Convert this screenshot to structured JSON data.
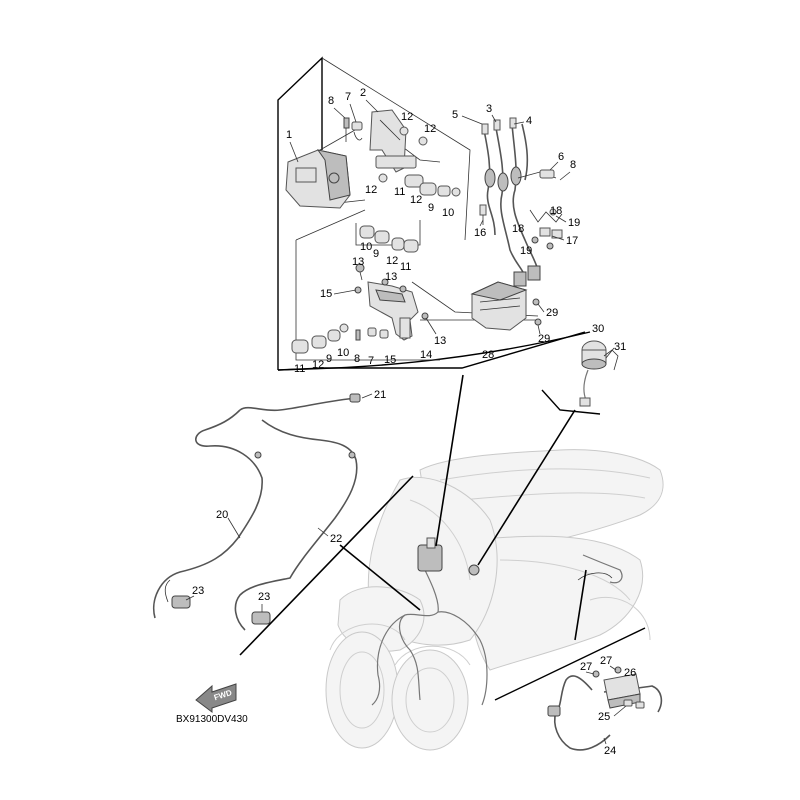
{
  "diagram_code": "BX91300DV430",
  "fwd_label": "FWD",
  "callouts": {
    "c1": "1",
    "c2": "2",
    "c3": "3",
    "c4": "4",
    "c5": "5",
    "c6": "6",
    "c7a": "7",
    "c7b": "7",
    "c8a": "8",
    "c8b": "8",
    "c8c": "8",
    "c9a": "9",
    "c9b": "9",
    "c9c": "9",
    "c10a": "10",
    "c10b": "10",
    "c10c": "10",
    "c11a": "11",
    "c11b": "11",
    "c11c": "11",
    "c12a": "12",
    "c12b": "12",
    "c12c": "12",
    "c12d": "12",
    "c12e": "12",
    "c12f": "12",
    "c13a": "13",
    "c13b": "13",
    "c13c": "13",
    "c14": "14",
    "c15a": "15",
    "c15b": "15",
    "c16": "16",
    "c17": "17",
    "c18a": "18",
    "c18b": "18",
    "c19a": "19",
    "c19b": "19",
    "c20": "20",
    "c21": "21",
    "c22": "22",
    "c23a": "23",
    "c23b": "23",
    "c24": "24",
    "c25": "25",
    "c26": "26",
    "c27a": "27",
    "c27b": "27",
    "c28": "28",
    "c29a": "29",
    "c29b": "29",
    "c30": "30",
    "c31": "31"
  },
  "colors": {
    "line": "#000000",
    "part": "#e2e2e2",
    "ghost": "#f4f4f4"
  }
}
